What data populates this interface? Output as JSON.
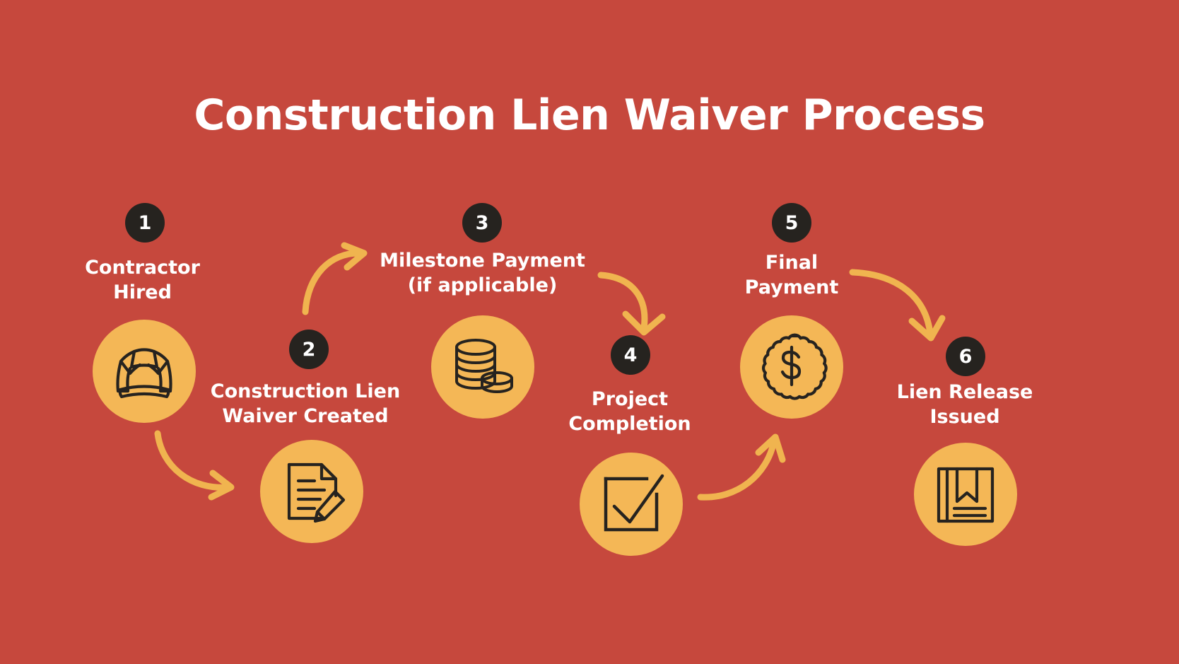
{
  "title": "Construction Lien Waiver Process",
  "colors": {
    "background": "#C6483D",
    "accent_circle": "#F4B756",
    "badge": "#26231F",
    "text": "#FFFFFF",
    "arrow": "#F0B44F",
    "icon_stroke": "#26231F"
  },
  "steps": [
    {
      "number": "1",
      "label": "Contractor\nHired",
      "icon": "hard-hat-icon"
    },
    {
      "number": "2",
      "label": "Construction Lien\nWaiver Created",
      "icon": "document-pencil-icon"
    },
    {
      "number": "3",
      "label": "Milestone Payment\n(if applicable)",
      "icon": "coins-stack-icon"
    },
    {
      "number": "4",
      "label": "Project\nCompletion",
      "icon": "checkbox-check-icon"
    },
    {
      "number": "5",
      "label": "Final\nPayment",
      "icon": "dollar-seal-icon"
    },
    {
      "number": "6",
      "label": "Lien Release\nIssued",
      "icon": "certificate-ribbon-icon"
    }
  ],
  "arrows": [
    {
      "name": "arrow-step-1-to-2"
    },
    {
      "name": "arrow-step-2-to-3"
    },
    {
      "name": "arrow-step-3-to-4"
    },
    {
      "name": "arrow-step-4-to-5"
    },
    {
      "name": "arrow-step-5-to-6"
    }
  ]
}
